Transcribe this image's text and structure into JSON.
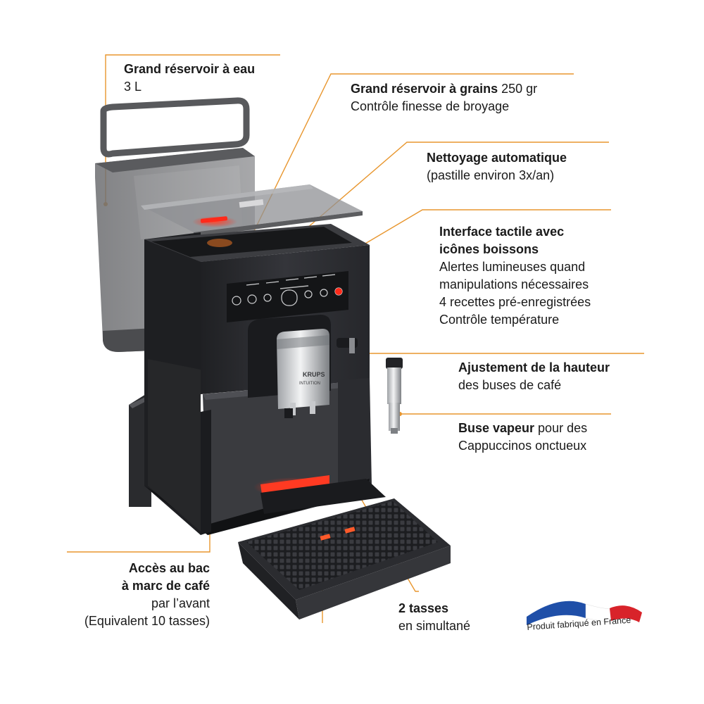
{
  "callouts": {
    "water_tank": {
      "title": "Grand réservoir à eau",
      "detail": "3 L"
    },
    "bean_hopper": {
      "title": "Grand réservoir à grains",
      "title_suffix": " 250 gr",
      "detail": "Contrôle finesse de broyage"
    },
    "cleaning": {
      "title": "Nettoyage automatique",
      "detail": "(pastille environ 3x/an)"
    },
    "interface": {
      "title_line1": "Interface tactile avec",
      "title_line2": "icônes boissons",
      "line3": "Alertes lumineuses quand",
      "line4": "manipulations nécessaires",
      "line5": "4 recettes pré-enregistrées",
      "line6": "Contrôle température"
    },
    "height": {
      "title": "Ajustement de la hauteur",
      "detail": "des buses de café"
    },
    "steam": {
      "title": "Buse vapeur",
      "title_suffix": " pour des",
      "detail": "Cappuccinos onctueux"
    },
    "grounds": {
      "title_line1": "Accès au bac",
      "title_line2": "à marc de café",
      "line3": "par l’avant",
      "line4": "(Equivalent 10 tasses)"
    },
    "cups": {
      "title": "2 tasses",
      "detail": "en simultané"
    }
  },
  "badge": {
    "text": "Produit fabriqué en France",
    "colors": {
      "blue": "#1f4fa8",
      "white": "#ffffff",
      "red": "#d8232a"
    }
  },
  "machine": {
    "brand": "KRUPS",
    "model": "INTUITION"
  },
  "colors": {
    "accent_line": "#e8962e",
    "body": "#2e2f33",
    "led": "#ff2a1a"
  }
}
